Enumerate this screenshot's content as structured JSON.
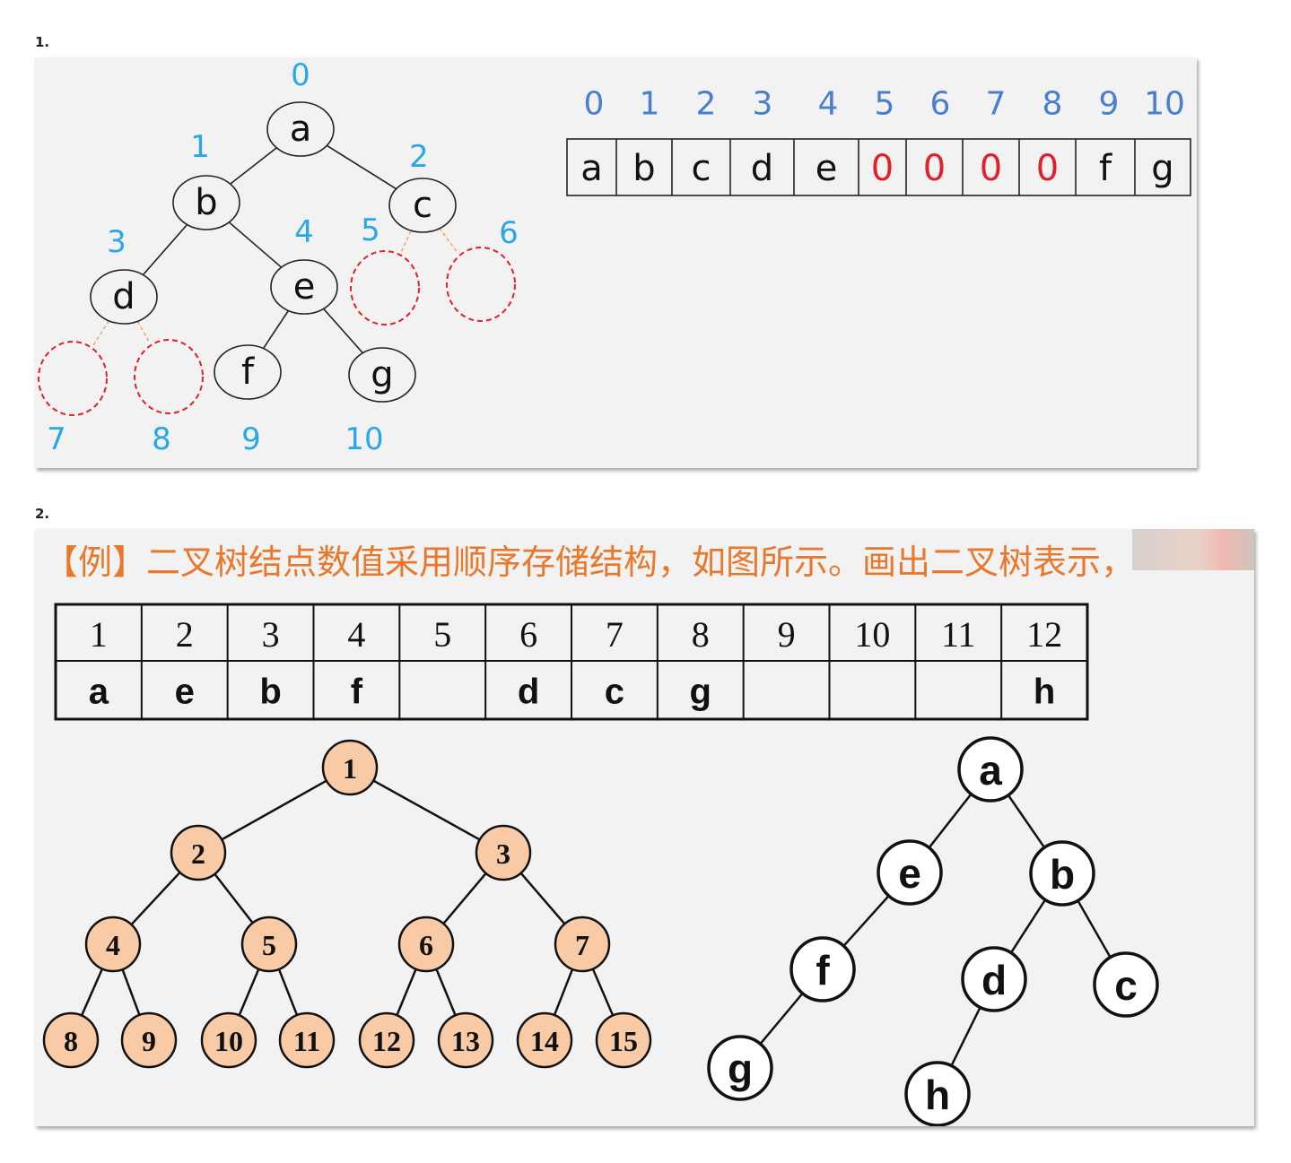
{
  "sections": [
    {
      "label": "1."
    },
    {
      "label": "2."
    }
  ],
  "panel1": {
    "tree_nodes": [
      {
        "letter": "a",
        "index": "0"
      },
      {
        "letter": "b",
        "index": "1"
      },
      {
        "letter": "c",
        "index": "2"
      },
      {
        "letter": "d",
        "index": "3"
      },
      {
        "letter": "e",
        "index": "4"
      },
      {
        "letter": "",
        "index": "5"
      },
      {
        "letter": "",
        "index": "6"
      },
      {
        "letter": "",
        "index": "7"
      },
      {
        "letter": "",
        "index": "8"
      },
      {
        "letter": "f",
        "index": "9"
      },
      {
        "letter": "g",
        "index": "10"
      }
    ],
    "array_indices": [
      "0",
      "1",
      "2",
      "3",
      "4",
      "5",
      "6",
      "7",
      "8",
      "9",
      "10"
    ],
    "array_values": [
      "a",
      "b",
      "c",
      "d",
      "e",
      "0",
      "0",
      "0",
      "0",
      "f",
      "g"
    ],
    "colors": {
      "index_blue": "#2aa8e6",
      "array_index_blue": "#4a7fd0",
      "empty_red": "#e0202a",
      "zero_red": "#e0202a",
      "dashed_edge": "#f0a060"
    }
  },
  "panel2": {
    "title": "【例】二叉树结点数值采用顺序存储结构，如图所示。画出二叉树表示，",
    "table": {
      "headers": [
        "1",
        "2",
        "3",
        "4",
        "5",
        "6",
        "7",
        "8",
        "9",
        "10",
        "11",
        "12"
      ],
      "values": [
        "a",
        "e",
        "b",
        "f",
        "",
        "d",
        "c",
        "g",
        "",
        "",
        "",
        "h"
      ]
    },
    "numbered_tree_nodes": [
      "1",
      "2",
      "3",
      "4",
      "5",
      "6",
      "7",
      "8",
      "9",
      "10",
      "11",
      "12",
      "13",
      "14",
      "15"
    ],
    "letter_tree_nodes": [
      "a",
      "e",
      "b",
      "f",
      "d",
      "c",
      "g",
      "h"
    ],
    "colors": {
      "title_orange": "#e8782c",
      "node_fill": "#f8cba6",
      "panel_bg": "#f2f2f2"
    }
  }
}
